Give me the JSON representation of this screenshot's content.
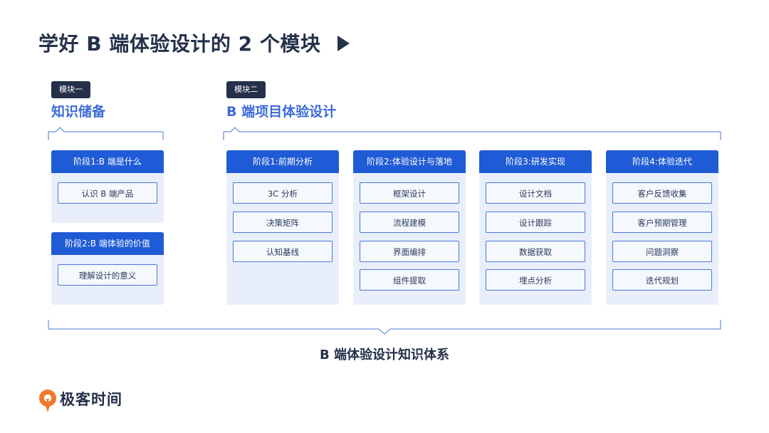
{
  "title": "学好 B 端体验设计的 2 个模块",
  "modules": [
    {
      "tag": "模块一",
      "name": "知识储备",
      "stages": [
        {
          "label": "阶段1:B 端是什么",
          "items": [
            "认识 B 端产品"
          ]
        },
        {
          "label": "阶段2:B 端体验的价值",
          "items": [
            "理解设计的意义"
          ]
        }
      ]
    },
    {
      "tag": "模块二",
      "name": "B 端项目体验设计",
      "stages": [
        {
          "label": "阶段1:前期分析",
          "items": [
            "3C 分析",
            "决策矩阵",
            "认知基线"
          ]
        },
        {
          "label": "阶段2:体验设计与落地",
          "items": [
            "框架设计",
            "流程建模",
            "界面编排",
            "组件提取"
          ]
        },
        {
          "label": "阶段3:研发实现",
          "items": [
            "设计文档",
            "设计跟踪",
            "数据获取",
            "埋点分析"
          ]
        },
        {
          "label": "阶段4:体验迭代",
          "items": [
            "客户反馈收集",
            "客户预期管理",
            "问题洞察",
            "迭代规划"
          ]
        }
      ]
    }
  ],
  "summary": "B 端体验设计知识体系",
  "brand": "极客时间",
  "colors": {
    "accent": "#1f5bd6",
    "heading": "#3d6bd8",
    "dark": "#25304a",
    "panel": "#e9effa",
    "logo": "#f0782d"
  }
}
